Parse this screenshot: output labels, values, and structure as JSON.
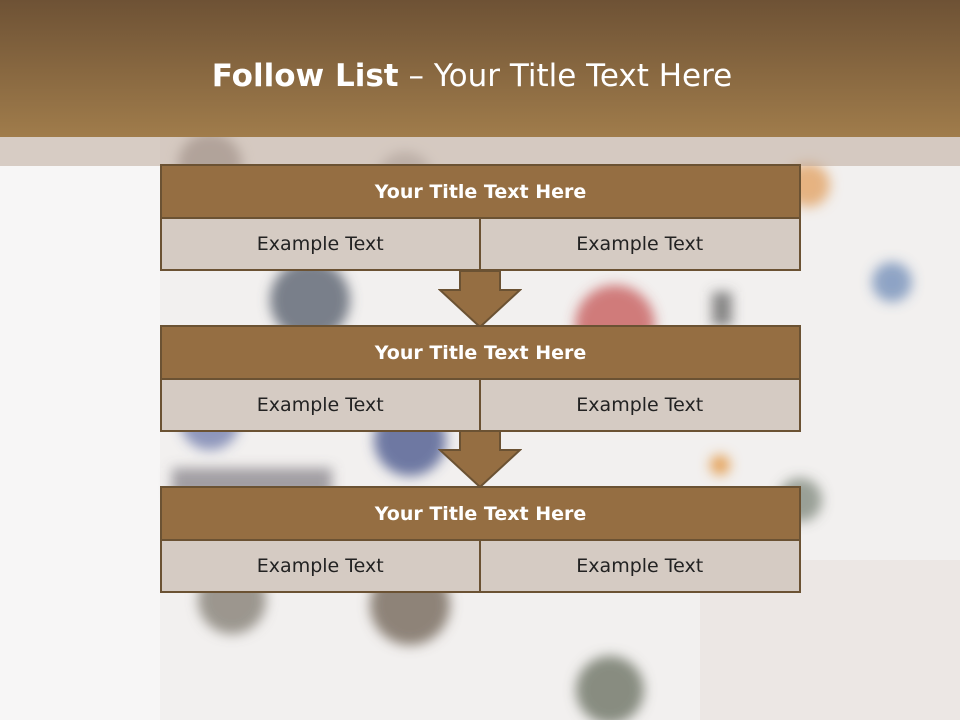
{
  "slide": {
    "title_bold": "Follow List",
    "title_rest": " – Your Title Text Here"
  },
  "blocks": [
    {
      "title": "Your Title Text Here",
      "left": "Example Text",
      "right": "Example Text"
    },
    {
      "title": "Your Title Text Here",
      "left": "Example Text",
      "right": "Example Text"
    },
    {
      "title": "Your Title Text Here",
      "left": "Example Text",
      "right": "Example Text"
    }
  ],
  "colors": {
    "header": "#8a6a42",
    "block_title": "#956e42",
    "cell": "#d5cbc3",
    "border": "#6b5233",
    "arrow": "#956e42"
  }
}
